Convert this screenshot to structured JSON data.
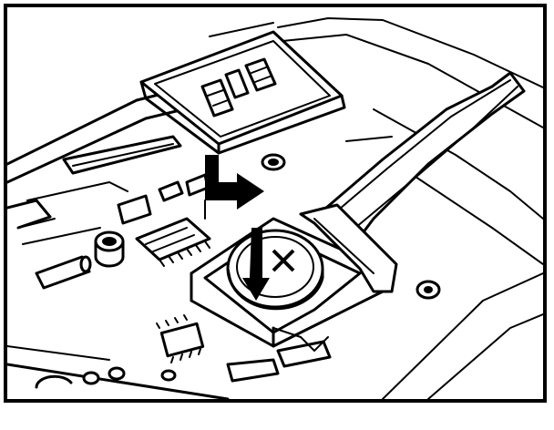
{
  "figure": {
    "type": "technical-line-illustration",
    "subject": "backup-battery-replacement",
    "colors": {
      "ink": "#000000",
      "paper": "#ffffff"
    },
    "icons": [
      "battery-cover",
      "coin-cell-battery",
      "plus-symbol",
      "insert-arrow",
      "remove-arrow",
      "ribbon-cable",
      "battery-holder",
      "chip",
      "capacitor"
    ]
  }
}
